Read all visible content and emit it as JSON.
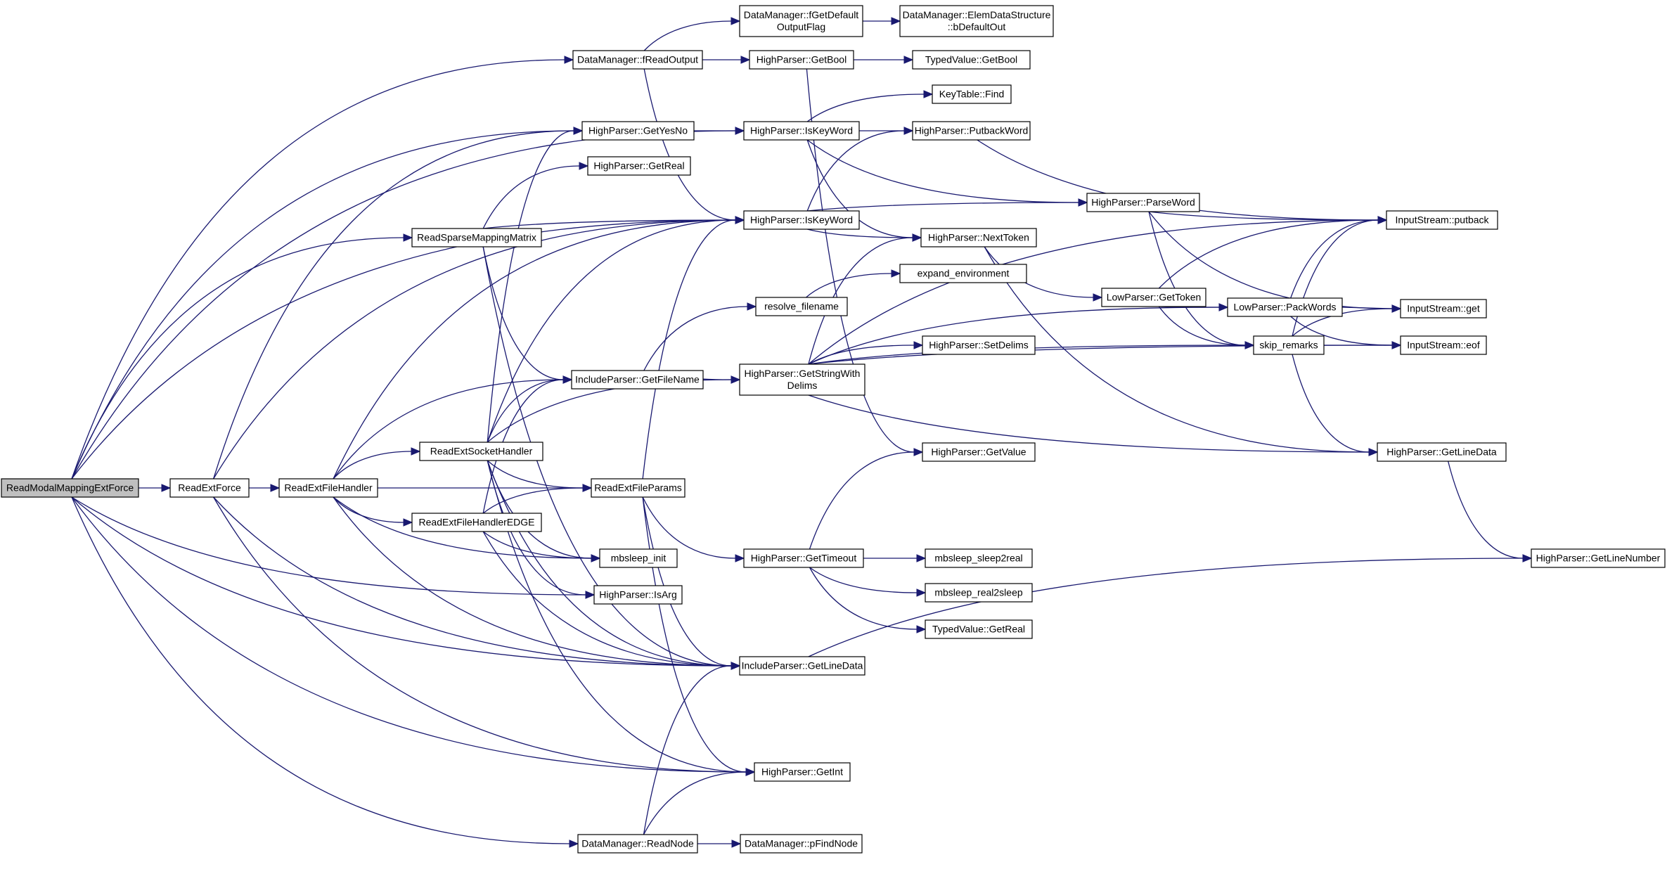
{
  "nodes": [
    {
      "id": "root",
      "lines": [
        "ReadModalMappingExtForce"
      ],
      "root": true
    },
    {
      "id": "readextforce",
      "lines": [
        "ReadExtForce"
      ]
    },
    {
      "id": "readextfilehandler",
      "lines": [
        "ReadExtFileHandler"
      ]
    },
    {
      "id": "readextsockethandler",
      "lines": [
        "ReadExtSocketHandler"
      ]
    },
    {
      "id": "readextfilehandleredge",
      "lines": [
        "ReadExtFileHandlerEDGE"
      ]
    },
    {
      "id": "readsparse",
      "lines": [
        "ReadSparseMappingMatrix"
      ]
    },
    {
      "id": "dm_freadoutput",
      "lines": [
        "DataManager::fReadOutput"
      ]
    },
    {
      "id": "dm_readnode",
      "lines": [
        "DataManager::ReadNode"
      ]
    },
    {
      "id": "dm_fgetdefault",
      "lines": [
        "DataManager::fGetDefault",
        "OutputFlag"
      ]
    },
    {
      "id": "dm_elemdata",
      "lines": [
        "DataManager::ElemDataStructure",
        "::bDefaultOut"
      ]
    },
    {
      "id": "hp_getbool",
      "lines": [
        "HighParser::GetBool"
      ]
    },
    {
      "id": "tv_getbool",
      "lines": [
        "TypedValue::GetBool"
      ]
    },
    {
      "id": "kt_find",
      "lines": [
        "KeyTable::Find"
      ]
    },
    {
      "id": "hp_getyesno",
      "lines": [
        "HighParser::GetYesNo"
      ]
    },
    {
      "id": "hp_iskeyword1",
      "lines": [
        "HighParser::IsKeyWord"
      ]
    },
    {
      "id": "hp_putbackword",
      "lines": [
        "HighParser::PutbackWord"
      ]
    },
    {
      "id": "hp_getreal",
      "lines": [
        "HighParser::GetReal"
      ]
    },
    {
      "id": "hp_iskeyword2",
      "lines": [
        "HighParser::IsKeyWord"
      ]
    },
    {
      "id": "hp_parseword",
      "lines": [
        "HighParser::ParseWord"
      ]
    },
    {
      "id": "is_putback",
      "lines": [
        "InputStream::putback"
      ]
    },
    {
      "id": "hp_nexttoken",
      "lines": [
        "HighParser::NextToken"
      ]
    },
    {
      "id": "expand_env",
      "lines": [
        "expand_environment"
      ]
    },
    {
      "id": "resolve_filename",
      "lines": [
        "resolve_filename"
      ]
    },
    {
      "id": "lp_gettoken",
      "lines": [
        "LowParser::GetToken"
      ]
    },
    {
      "id": "lp_packwords",
      "lines": [
        "LowParser::PackWords"
      ]
    },
    {
      "id": "is_get",
      "lines": [
        "InputStream::get"
      ]
    },
    {
      "id": "hp_setdelims",
      "lines": [
        "HighParser::SetDelims"
      ]
    },
    {
      "id": "skip_remarks",
      "lines": [
        "skip_remarks"
      ]
    },
    {
      "id": "is_eof",
      "lines": [
        "InputStream::eof"
      ]
    },
    {
      "id": "ip_getfilename",
      "lines": [
        "IncludeParser::GetFileName"
      ]
    },
    {
      "id": "hp_getstringwithdelims",
      "lines": [
        "HighParser::GetStringWith",
        "Delims"
      ]
    },
    {
      "id": "hp_getvalue",
      "lines": [
        "HighParser::GetValue"
      ]
    },
    {
      "id": "hp_getlinedata",
      "lines": [
        "HighParser::GetLineData"
      ]
    },
    {
      "id": "readextfileparams",
      "lines": [
        "ReadExtFileParams"
      ]
    },
    {
      "id": "hp_gettimeout",
      "lines": [
        "HighParser::GetTimeout"
      ]
    },
    {
      "id": "mbsleep_sleep2real",
      "lines": [
        "mbsleep_sleep2real"
      ]
    },
    {
      "id": "hp_getlinenumber",
      "lines": [
        "HighParser::GetLineNumber"
      ]
    },
    {
      "id": "mbsleep_init",
      "lines": [
        "mbsleep_init"
      ]
    },
    {
      "id": "mbsleep_real2sleep",
      "lines": [
        "mbsleep_real2sleep"
      ]
    },
    {
      "id": "hp_isarg",
      "lines": [
        "HighParser::IsArg"
      ]
    },
    {
      "id": "tv_getreal",
      "lines": [
        "TypedValue::GetReal"
      ]
    },
    {
      "id": "ip_getlinedata",
      "lines": [
        "IncludeParser::GetLineData"
      ]
    },
    {
      "id": "hp_getint",
      "lines": [
        "HighParser::GetInt"
      ]
    },
    {
      "id": "dm_pfindnode",
      "lines": [
        "DataManager::pFindNode"
      ]
    }
  ],
  "edges": [
    [
      "root",
      "readextforce"
    ],
    [
      "root",
      "dm_freadoutput"
    ],
    [
      "root",
      "hp_iskeyword1"
    ],
    [
      "root",
      "hp_getyesno"
    ],
    [
      "root",
      "readsparse"
    ],
    [
      "root",
      "hp_iskeyword2"
    ],
    [
      "root",
      "hp_isarg"
    ],
    [
      "root",
      "ip_getlinedata"
    ],
    [
      "root",
      "hp_getint"
    ],
    [
      "root",
      "dm_readnode"
    ],
    [
      "readextforce",
      "readextfilehandler"
    ],
    [
      "readextforce",
      "hp_getyesno"
    ],
    [
      "readextforce",
      "hp_iskeyword2"
    ],
    [
      "readextforce",
      "ip_getlinedata"
    ],
    [
      "readextforce",
      "hp_getint"
    ],
    [
      "readextfilehandler",
      "readextsockethandler"
    ],
    [
      "readextfilehandler",
      "readextfilehandleredge"
    ],
    [
      "readextfilehandler",
      "readextfileparams"
    ],
    [
      "readextfilehandler",
      "ip_getfilename"
    ],
    [
      "readextfilehandler",
      "hp_iskeyword2"
    ],
    [
      "readextfilehandler",
      "mbsleep_init"
    ],
    [
      "readextfilehandler",
      "ip_getlinedata"
    ],
    [
      "readextsockethandler",
      "hp_getyesno"
    ],
    [
      "readextsockethandler",
      "hp_iskeyword2"
    ],
    [
      "readextsockethandler",
      "ip_getfilename"
    ],
    [
      "readextsockethandler",
      "hp_getstringwithdelims"
    ],
    [
      "readextsockethandler",
      "readextfileparams"
    ],
    [
      "readextsockethandler",
      "mbsleep_init"
    ],
    [
      "readextsockethandler",
      "hp_isarg"
    ],
    [
      "readextsockethandler",
      "ip_getlinedata"
    ],
    [
      "readextsockethandler",
      "hp_getint"
    ],
    [
      "readextfilehandleredge",
      "ip_getfilename"
    ],
    [
      "readextfilehandleredge",
      "readextfileparams"
    ],
    [
      "readextfilehandleredge",
      "mbsleep_init"
    ],
    [
      "readextfilehandleredge",
      "ip_getlinedata"
    ],
    [
      "readsparse",
      "hp_getreal"
    ],
    [
      "readsparse",
      "hp_iskeyword2"
    ],
    [
      "readsparse",
      "ip_getfilename"
    ],
    [
      "readsparse",
      "ip_getlinedata"
    ],
    [
      "dm_freadoutput",
      "dm_fgetdefault"
    ],
    [
      "dm_freadoutput",
      "hp_getbool"
    ],
    [
      "dm_freadoutput",
      "hp_iskeyword2"
    ],
    [
      "dm_fgetdefault",
      "dm_elemdata"
    ],
    [
      "hp_getbool",
      "tv_getbool"
    ],
    [
      "hp_getbool",
      "hp_getvalue"
    ],
    [
      "hp_getyesno",
      "hp_iskeyword1"
    ],
    [
      "hp_iskeyword1",
      "kt_find"
    ],
    [
      "hp_iskeyword1",
      "hp_putbackword"
    ],
    [
      "hp_iskeyword1",
      "hp_parseword"
    ],
    [
      "hp_iskeyword1",
      "hp_nexttoken"
    ],
    [
      "hp_iskeyword2",
      "hp_putbackword"
    ],
    [
      "hp_iskeyword2",
      "hp_parseword"
    ],
    [
      "hp_iskeyword2",
      "hp_nexttoken"
    ],
    [
      "hp_putbackword",
      "is_putback"
    ],
    [
      "hp_parseword",
      "is_putback"
    ],
    [
      "hp_parseword",
      "skip_remarks"
    ],
    [
      "hp_parseword",
      "is_get"
    ],
    [
      "hp_nexttoken",
      "lp_gettoken"
    ],
    [
      "hp_nexttoken",
      "hp_getlinedata"
    ],
    [
      "lp_gettoken",
      "lp_packwords"
    ],
    [
      "lp_gettoken",
      "skip_remarks"
    ],
    [
      "lp_gettoken",
      "is_putback"
    ],
    [
      "lp_packwords",
      "is_get"
    ],
    [
      "lp_packwords",
      "is_eof"
    ],
    [
      "lp_packwords",
      "is_putback"
    ],
    [
      "skip_remarks",
      "is_get"
    ],
    [
      "skip_remarks",
      "is_eof"
    ],
    [
      "skip_remarks",
      "is_putback"
    ],
    [
      "skip_remarks",
      "hp_getlinedata"
    ],
    [
      "resolve_filename",
      "expand_env"
    ],
    [
      "ip_getfilename",
      "resolve_filename"
    ],
    [
      "ip_getfilename",
      "hp_getstringwithdelims"
    ],
    [
      "hp_getstringwithdelims",
      "hp_setdelims"
    ],
    [
      "hp_getstringwithdelims",
      "skip_remarks"
    ],
    [
      "hp_getstringwithdelims",
      "hp_nexttoken"
    ],
    [
      "hp_getstringwithdelims",
      "is_putback"
    ],
    [
      "hp_getstringwithdelims",
      "is_eof"
    ],
    [
      "hp_getstringwithdelims",
      "lp_packwords"
    ],
    [
      "hp_getstringwithdelims",
      "hp_getlinedata"
    ],
    [
      "hp_getlinedata",
      "hp_getlinenumber"
    ],
    [
      "readextfileparams",
      "hp_iskeyword2"
    ],
    [
      "readextfileparams",
      "hp_gettimeout"
    ],
    [
      "readextfileparams",
      "ip_getlinedata"
    ],
    [
      "readextfileparams",
      "hp_getint"
    ],
    [
      "hp_gettimeout",
      "hp_getvalue"
    ],
    [
      "hp_gettimeout",
      "mbsleep_sleep2real"
    ],
    [
      "hp_gettimeout",
      "mbsleep_real2sleep"
    ],
    [
      "hp_gettimeout",
      "tv_getreal"
    ],
    [
      "ip_getlinedata",
      "hp_getlinenumber"
    ],
    [
      "dm_readnode",
      "ip_getlinedata"
    ],
    [
      "dm_readnode",
      "hp_getint"
    ],
    [
      "dm_readnode",
      "dm_pfindnode"
    ]
  ]
}
